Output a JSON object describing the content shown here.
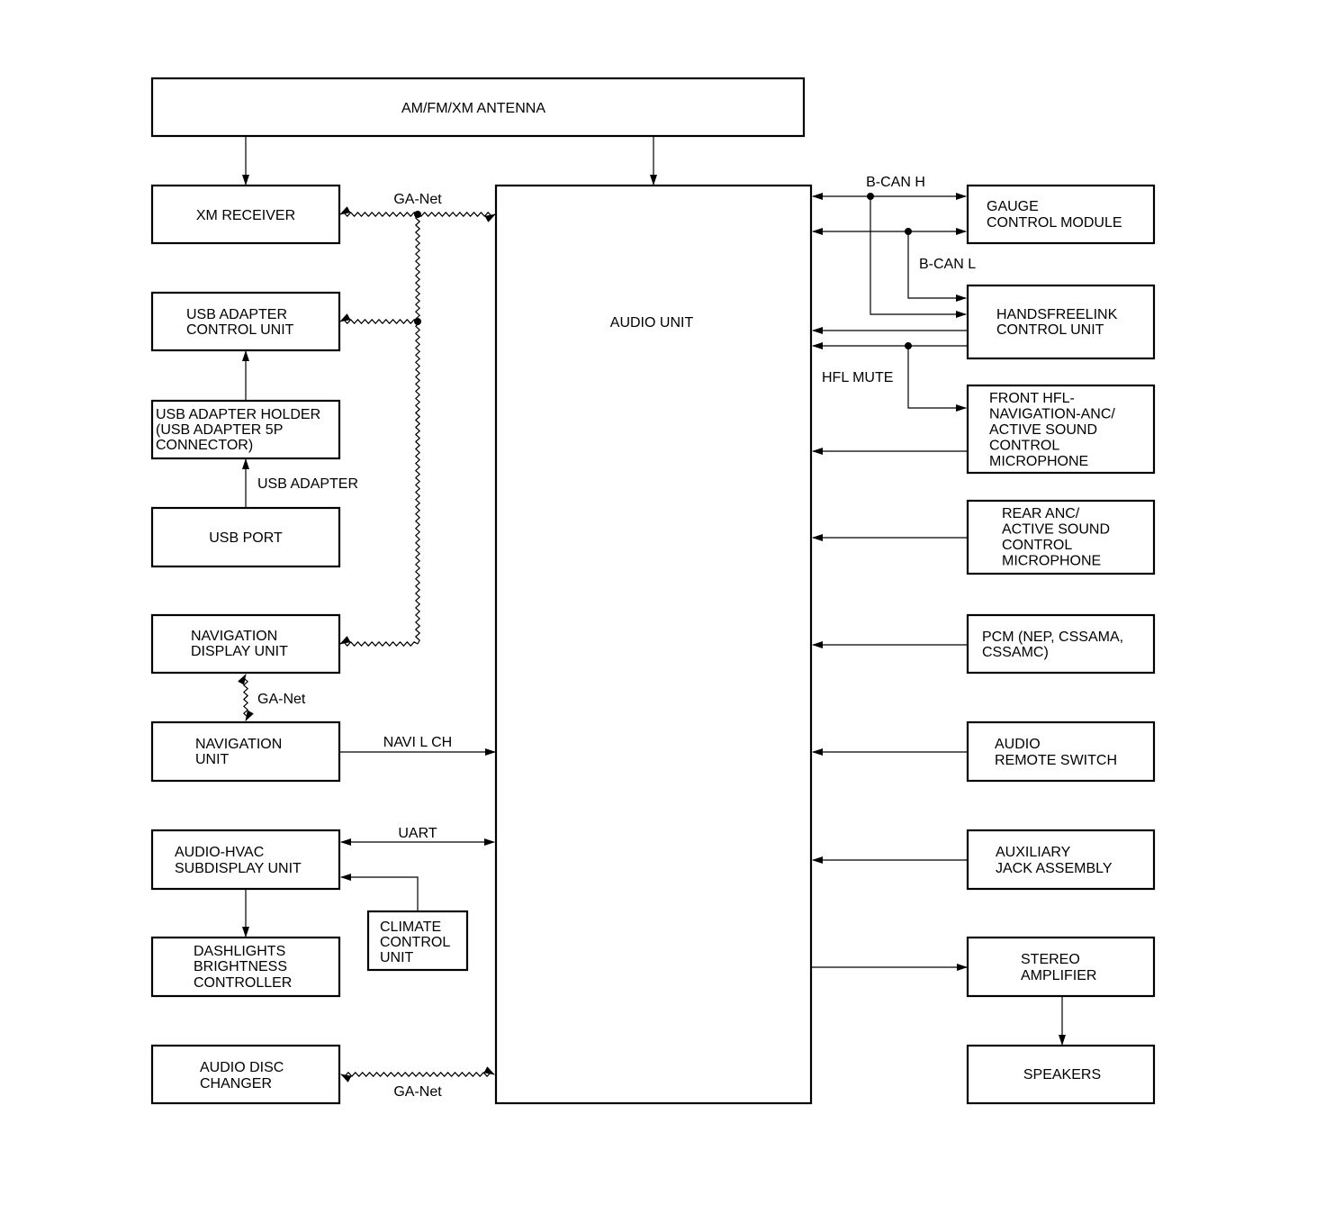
{
  "blocks": {
    "antenna": [
      "AM/FM/XM ANTENNA"
    ],
    "xm_receiver": [
      "XM RECEIVER"
    ],
    "usb_adapter_control": [
      "USB ADAPTER",
      "CONTROL UNIT"
    ],
    "usb_adapter_holder": [
      "USB ADAPTER HOLDER",
      "(USB ADAPTER 5P",
      "CONNECTOR)"
    ],
    "usb_port": [
      "USB PORT"
    ],
    "navigation_display": [
      "NAVIGATION",
      "DISPLAY UNIT"
    ],
    "navigation_unit": [
      "NAVIGATION",
      "UNIT"
    ],
    "audio_hvac": [
      "AUDIO-HVAC",
      "SUBDISPLAY UNIT"
    ],
    "climate_control": [
      "CLIMATE",
      "CONTROL",
      "UNIT"
    ],
    "dashlights": [
      "DASHLIGHTS",
      "BRIGHTNESS",
      "CONTROLLER"
    ],
    "audio_disc_changer": [
      "AUDIO DISC",
      "CHANGER"
    ],
    "audio_unit": [
      "AUDIO UNIT"
    ],
    "gauge_control": [
      "GAUGE",
      "CONTROL MODULE"
    ],
    "handsfreelink": [
      "HANDSFREELINK",
      "CONTROL UNIT"
    ],
    "front_mic": [
      "FRONT HFL-",
      "NAVIGATION-ANC/",
      "ACTIVE SOUND",
      "CONTROL",
      "MICROPHONE"
    ],
    "rear_mic": [
      "REAR ANC/",
      "ACTIVE SOUND",
      "CONTROL",
      "MICROPHONE"
    ],
    "pcm": [
      "PCM (NEP, CSSAMA,",
      "CSSAMC)"
    ],
    "audio_remote_switch": [
      "AUDIO",
      "REMOTE SWITCH"
    ],
    "auxiliary_jack": [
      "AUXILIARY",
      "JACK ASSEMBLY"
    ],
    "stereo_amplifier": [
      "STEREO",
      "AMPLIFIER"
    ],
    "speakers": [
      "SPEAKERS"
    ]
  },
  "labels": {
    "ga_net_top": "GA-Net",
    "ga_net_nav": "GA-Net",
    "ga_net_bottom": "GA-Net",
    "usb_adapter": "USB ADAPTER",
    "navi_l_ch": "NAVI L CH",
    "uart": "UART",
    "b_can_h": "B-CAN H",
    "b_can_l": "B-CAN L",
    "hfl_mute": "HFL MUTE"
  }
}
